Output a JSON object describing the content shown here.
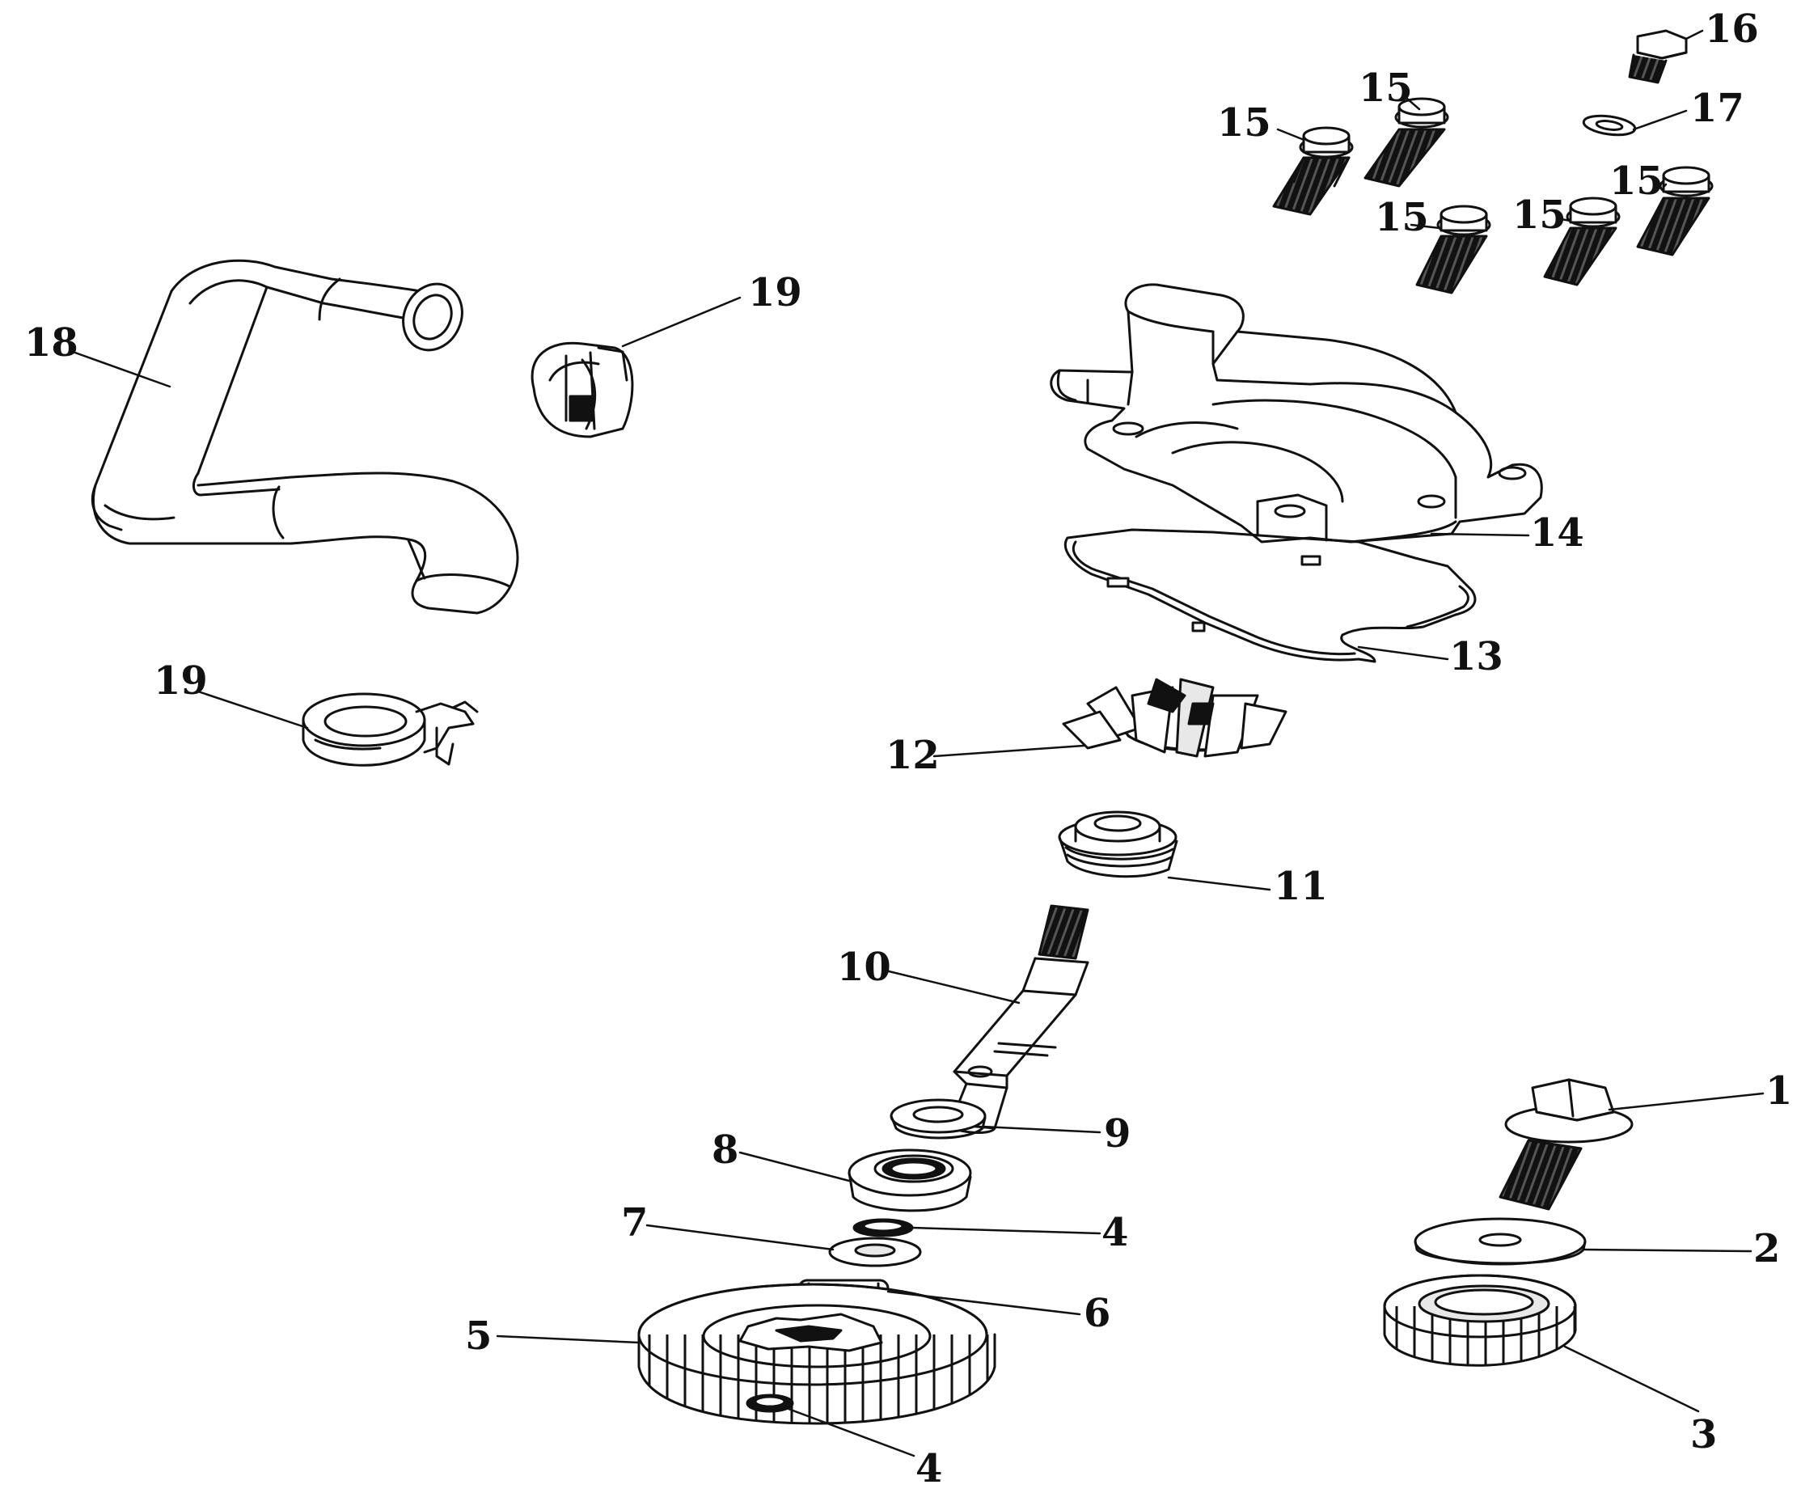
{
  "diagram": {
    "type": "exploded-parts-diagram",
    "labels": {
      "l1": "1",
      "l2": "2",
      "l3": "3",
      "l4a": "4",
      "l4b": "4",
      "l5": "5",
      "l6": "6",
      "l7": "7",
      "l8": "8",
      "l9": "9",
      "l10": "10",
      "l11": "11",
      "l12": "12",
      "l13": "13",
      "l14": "14",
      "l15a": "15",
      "l15b": "15",
      "l15c": "15",
      "l15d": "15",
      "l15e": "15",
      "l16": "16",
      "l17": "17",
      "l18": "18",
      "l19a": "19",
      "l19b": "19"
    },
    "colors": {
      "line": "#111111",
      "shade": "#e8e8e8",
      "background": "#ffffff"
    }
  }
}
